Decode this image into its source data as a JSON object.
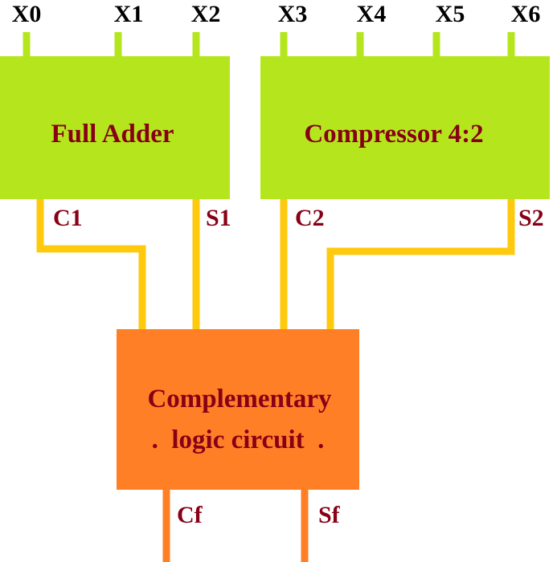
{
  "colors": {
    "block_green": "#b5e61d",
    "block_orange": "#ff7f27",
    "wire_yellow": "#ffc90e",
    "text_dark": "#880015",
    "input_text": "#000000"
  },
  "inputs": [
    "X0",
    "X1",
    "X2",
    "X3",
    "X4",
    "X5",
    "X6"
  ],
  "blocks": {
    "full_adder": "Full Adder",
    "compressor": "Compressor 4:2",
    "complementary_line1": "Complementary",
    "complementary_line2": ".  logic circuit  ."
  },
  "signals": {
    "c1": "C1",
    "s1": "S1",
    "c2": "C2",
    "s2": "S2",
    "cf": "Cf",
    "sf": "Sf"
  }
}
